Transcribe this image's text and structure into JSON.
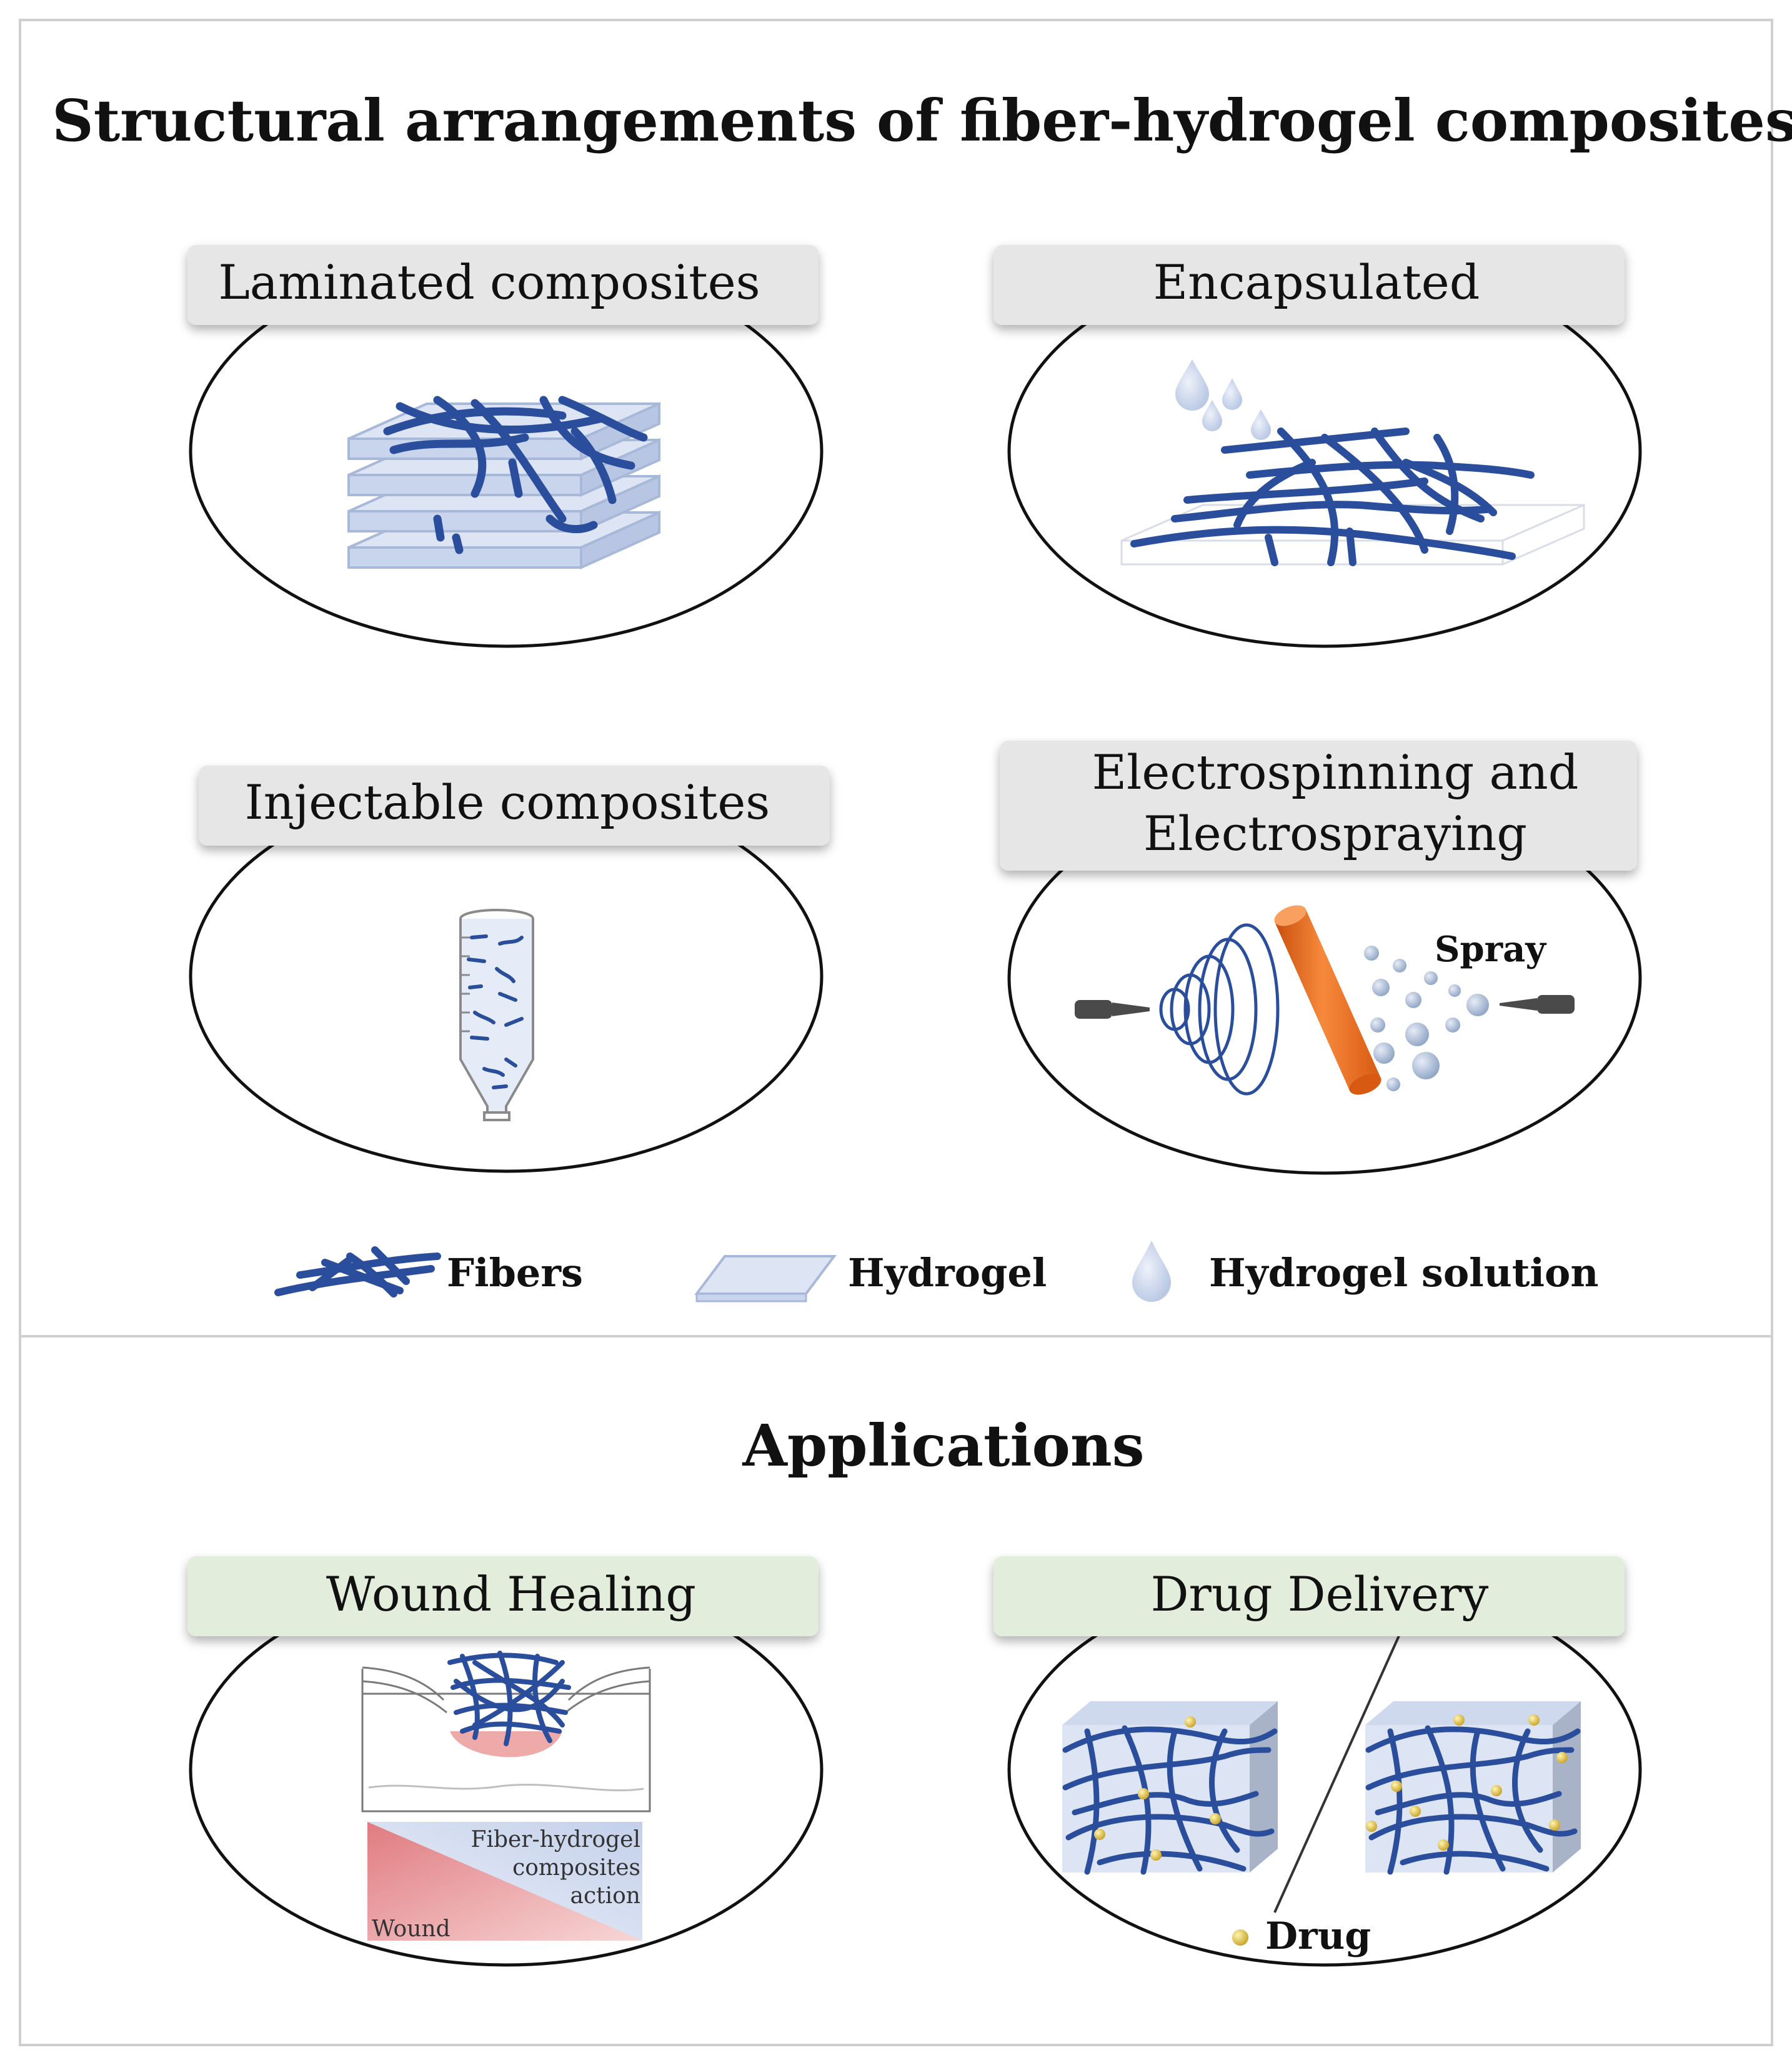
{
  "top_section": {
    "title": "Structural arrangements of fiber-hydrogel composites",
    "panels": [
      {
        "label": "Laminated composites"
      },
      {
        "label": "Encapsulated"
      },
      {
        "label": "Injectable composites"
      },
      {
        "label_line1": "Electrospinning and",
        "label_line2": "Electrospraying",
        "spray_label": "Spray"
      }
    ],
    "legend": {
      "fibers": "Fibers",
      "hydrogel": "Hydrogel",
      "solution": "Hydrogel solution"
    }
  },
  "bottom_section": {
    "title": "Applications",
    "panels": [
      {
        "label": "Wound Healing",
        "gradient_text": [
          "Fiber-hydrogel",
          "composites",
          "action"
        ],
        "wound_text": "Wound"
      },
      {
        "label": "Drug Delivery",
        "drug_legend": "Drug"
      }
    ]
  },
  "colors": {
    "fiber": "#2a4e9c",
    "hydrogel_fill": "#dde5f4",
    "hydrogel_edge": "#a8b8d8",
    "droplet": "#c9d6ec",
    "label_grey": "#e6e6e6",
    "label_green": "#e2eedb",
    "cylinder": "#f47421",
    "wound_pink": "#eeaaa8",
    "drug_yellow": "#e8d25a"
  }
}
